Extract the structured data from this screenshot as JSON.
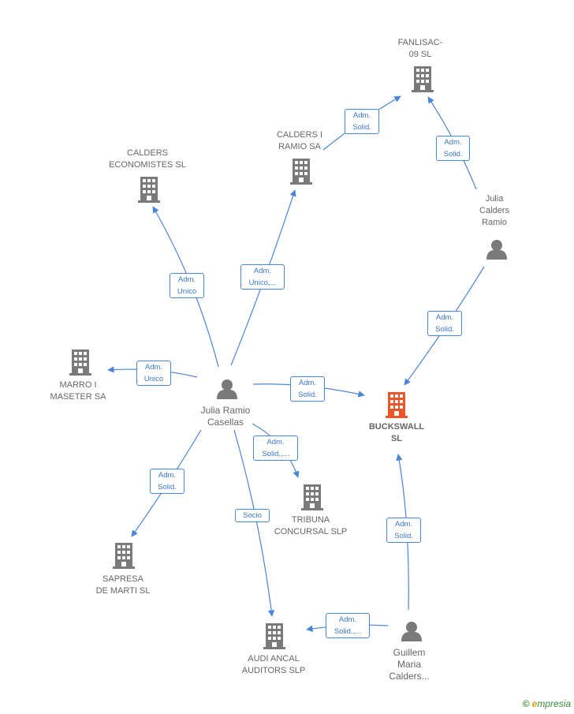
{
  "colors": {
    "edge": "#4a86d6",
    "company_icon": "#7a7a7a",
    "main_icon": "#e8562a",
    "person_icon": "#7a7a7a"
  },
  "nodes": {
    "fanlisac": {
      "label_lines": [
        "FANLISAC-",
        "09 SL"
      ],
      "icon": "building-icon"
    },
    "calders_ramio": {
      "label_lines": [
        "CALDERS I",
        "RAMIO SA"
      ],
      "icon": "building-icon"
    },
    "calders_economistes": {
      "label_lines": [
        "CALDERS",
        "ECONOMISTES SL"
      ],
      "icon": "building-icon"
    },
    "julia_calders": {
      "label_lines": [
        "Julia",
        "Calders",
        "Ramio"
      ],
      "icon": "person-icon"
    },
    "marro": {
      "label_lines": [
        "MARRO I",
        "MASETER SA"
      ],
      "icon": "building-icon"
    },
    "julia_ramio": {
      "label_lines": [
        "Julia Ramio",
        "Casellas"
      ],
      "icon": "person-icon"
    },
    "buckswall": {
      "label_lines": [
        "BUCKSWALL",
        "SL"
      ],
      "icon": "building-icon"
    },
    "tribuna": {
      "label_lines": [
        "TRIBUNA",
        "CONCURSAL SLP"
      ],
      "icon": "building-icon"
    },
    "sapresa": {
      "label_lines": [
        "SAPRESA",
        "DE MARTI SL"
      ],
      "icon": "building-icon"
    },
    "audi": {
      "label_lines": [
        "AUDI ANCAL",
        "AUDITORS SLP"
      ],
      "icon": "building-icon"
    },
    "guillem": {
      "label_lines": [
        "Guillem",
        "Maria",
        "Calders..."
      ],
      "icon": "person-icon"
    }
  },
  "edges": {
    "calders_ramio_to_fanlisac": [
      "Adm.",
      "Solid."
    ],
    "julia_calders_to_fanlisac": [
      "Adm.",
      "Solid."
    ],
    "julia_ramio_to_calders_economistes": [
      "Adm.",
      "Unico"
    ],
    "julia_ramio_to_calders_ramio": [
      "Adm.",
      "Unico,..."
    ],
    "julia_calders_to_buckswall": [
      "Adm.",
      "Solid."
    ],
    "julia_ramio_to_marro": [
      "Adm.",
      "Unico"
    ],
    "julia_ramio_to_buckswall": [
      "Adm.",
      "Solid."
    ],
    "julia_ramio_to_tribuna": [
      "Adm.",
      "Solid.,..."
    ],
    "julia_ramio_to_sapresa": [
      "Adm.",
      "Solid."
    ],
    "julia_ramio_to_audi": [
      "Socio"
    ],
    "guillem_to_buckswall": [
      "Adm.",
      "Solid."
    ],
    "guillem_to_audi": [
      "Adm.",
      "Solid.,..."
    ]
  },
  "brand": {
    "copyright": "©",
    "initial": "e",
    "name": "mpresia"
  }
}
